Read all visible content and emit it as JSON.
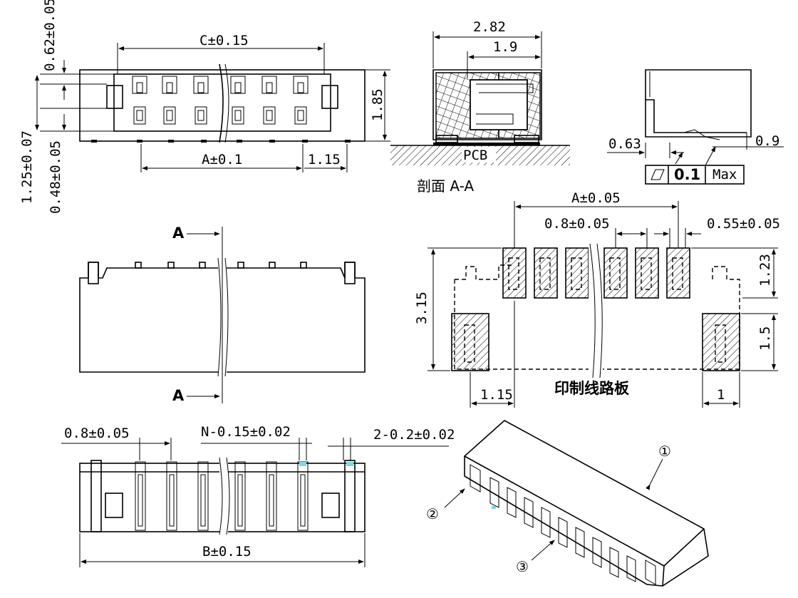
{
  "labels": {
    "c_dim": "C±0.15",
    "h1": "0.62±0.05",
    "h2": "1.25±0.07",
    "h3": "0.48±0.05",
    "height": "1.85",
    "a_dim": "A±0.1",
    "pitch_end": "1.15",
    "sec_w1": "2.82",
    "sec_w2": "1.9",
    "pcb": "PCB",
    "section_title": "剖面  A-A",
    "d063": "0.63",
    "d09": "0.9",
    "flat_val": "0.1",
    "flat_max": "Max",
    "cut_a": "A",
    "fp_a": "A±0.05",
    "fp_pitch": "0.8±0.05",
    "fp_pad": "0.55±0.05",
    "fp_h": "3.15",
    "fp_123": "1.23",
    "fp_15": "1.5",
    "fp_115": "1.15",
    "fp_1": "1",
    "fp_title": "印制线路板",
    "bot_pitch": "0.8±0.05",
    "bot_n": "N-0.15±0.02",
    "bot_2": "2-0.2±0.02",
    "bot_b": "B±0.15",
    "c1": "①",
    "c2": "②",
    "c3": "③"
  }
}
